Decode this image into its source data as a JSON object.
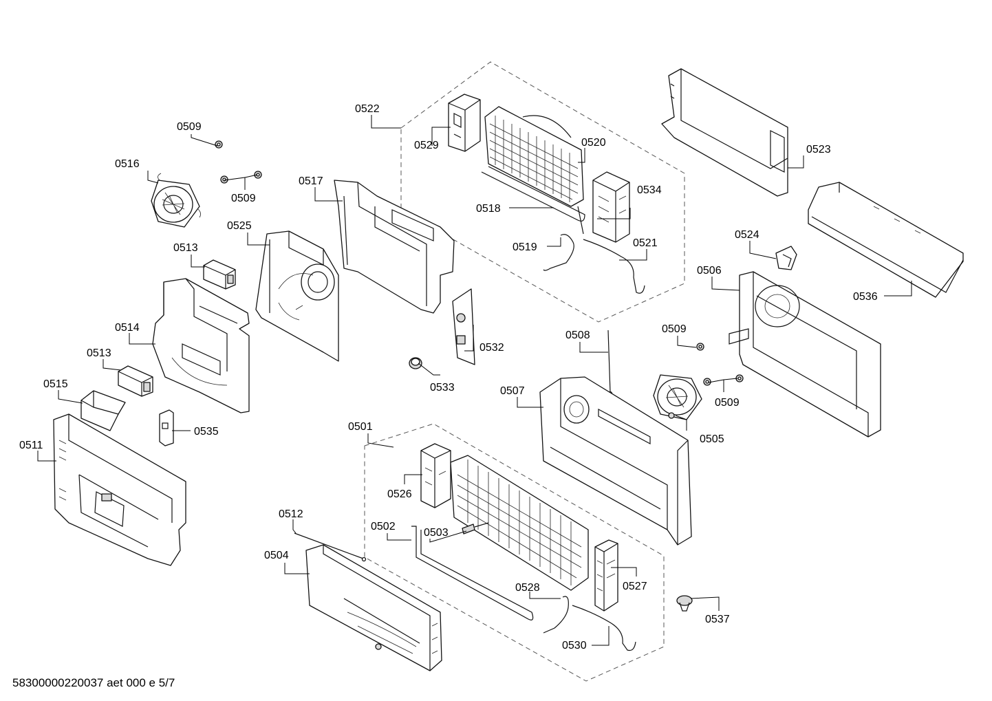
{
  "labels": {
    "p0501": "0501",
    "p0502": "0502",
    "p0503": "0503",
    "p0504": "0504",
    "p0505": "0505",
    "p0506": "0506",
    "p0507": "0507",
    "p0508": "0508",
    "p0509": "0509",
    "p0511": "0511",
    "p0512": "0512",
    "p0513": "0513",
    "p0514": "0514",
    "p0515": "0515",
    "p0516": "0516",
    "p0517": "0517",
    "p0518": "0518",
    "p0519": "0519",
    "p0520": "0520",
    "p0521": "0521",
    "p0522": "0522",
    "p0523": "0523",
    "p0524": "0524",
    "p0525": "0525",
    "p0526": "0526",
    "p0527": "0527",
    "p0528": "0528",
    "p0529": "0529",
    "p0530": "0530",
    "p0532": "0532",
    "p0533": "0533",
    "p0534": "0534",
    "p0535": "0535",
    "p0536": "0536",
    "p0537": "0537"
  },
  "footer": {
    "document_id": "58300000220037 aet 000 e 5/7"
  }
}
